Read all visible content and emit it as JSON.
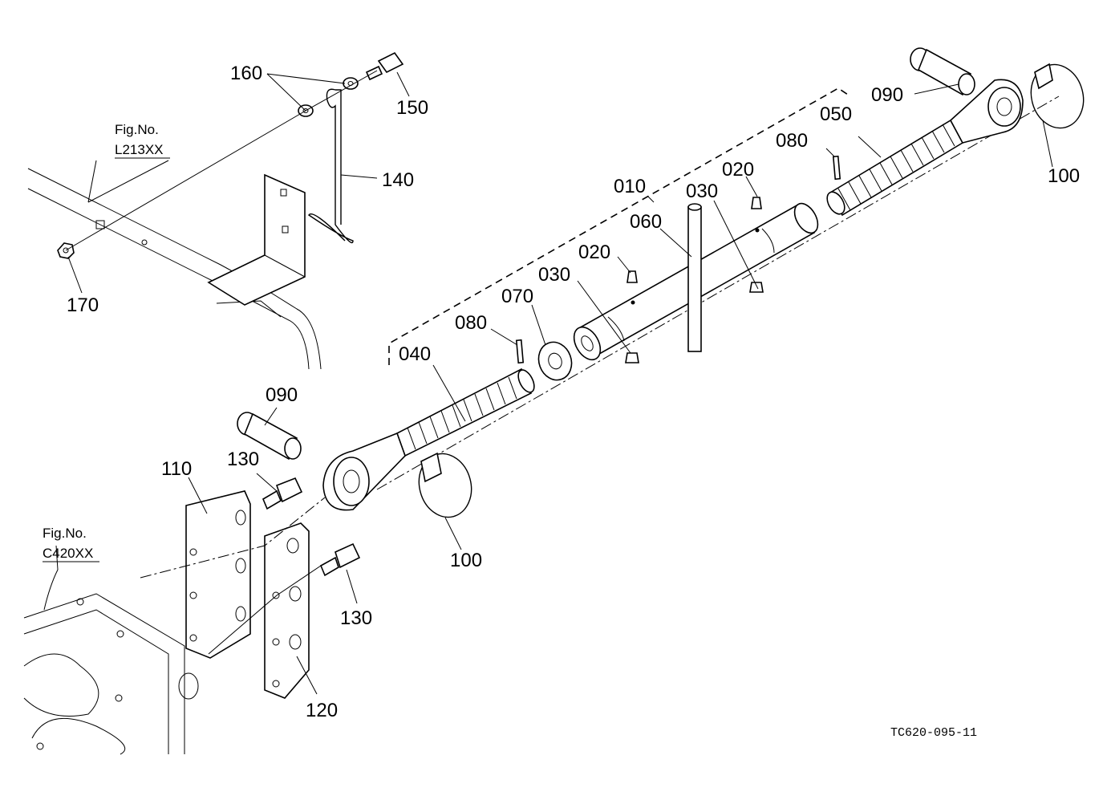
{
  "references": [
    {
      "key": "l213",
      "caption": "Fig.No.",
      "code": "L213XX"
    },
    {
      "key": "c420",
      "caption": "Fig.No.",
      "code": "C420XX"
    }
  ],
  "part_labels": [
    {
      "key": "p160",
      "text": "160"
    },
    {
      "key": "p150",
      "text": "150"
    },
    {
      "key": "p140",
      "text": "140"
    },
    {
      "key": "p170",
      "text": "170"
    },
    {
      "key": "p090a",
      "text": "090"
    },
    {
      "key": "p050",
      "text": "050"
    },
    {
      "key": "p100a",
      "text": "100"
    },
    {
      "key": "p080a",
      "text": "080"
    },
    {
      "key": "p020a",
      "text": "020"
    },
    {
      "key": "p010",
      "text": "010"
    },
    {
      "key": "p030a",
      "text": "030"
    },
    {
      "key": "p060",
      "text": "060"
    },
    {
      "key": "p020b",
      "text": "020"
    },
    {
      "key": "p030b",
      "text": "030"
    },
    {
      "key": "p070",
      "text": "070"
    },
    {
      "key": "p080b",
      "text": "080"
    },
    {
      "key": "p040",
      "text": "040"
    },
    {
      "key": "p090b",
      "text": "090"
    },
    {
      "key": "p110",
      "text": "110"
    },
    {
      "key": "p130a",
      "text": "130"
    },
    {
      "key": "p100b",
      "text": "100"
    },
    {
      "key": "p130b",
      "text": "130"
    },
    {
      "key": "p120",
      "text": "120"
    }
  ],
  "drawing_code": "TC620-095-11"
}
